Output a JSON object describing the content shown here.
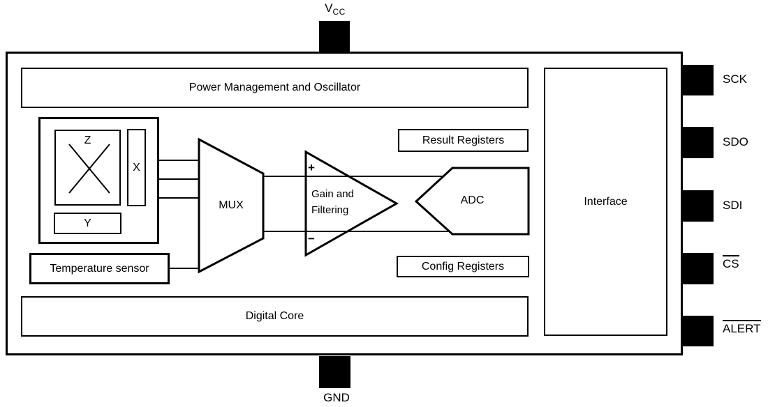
{
  "blocks": {
    "power_mgmt": {
      "label": "Power Management and Oscillator"
    },
    "sensor": {
      "z_label": "Z",
      "x_label": "X",
      "y_label": "Y"
    },
    "temp_sensor": {
      "label": "Temperature sensor"
    },
    "mux": {
      "label": "MUX"
    },
    "gain": {
      "label": "Gain and Filtering",
      "plus": "+",
      "minus": "−"
    },
    "adc": {
      "label": "ADC"
    },
    "result_registers": {
      "label": "Result Registers"
    },
    "config_registers": {
      "label": "Config Registers"
    },
    "digital_core": {
      "label": "Digital Core"
    },
    "interface": {
      "label": "Interface"
    }
  },
  "pins": {
    "vcc": {
      "main": "V",
      "sub": "CC"
    },
    "gnd": {
      "label": "GND"
    },
    "sck": {
      "label": "SCK"
    },
    "sdo": {
      "label": "SDO"
    },
    "sdi": {
      "label": "SDI"
    },
    "cs": {
      "label": "CS",
      "active_low": true
    },
    "alert": {
      "label": "ALERT",
      "active_low": true
    }
  },
  "colors": {
    "line": "#000000",
    "background": "#ffffff",
    "pin_fill": "#000000"
  }
}
